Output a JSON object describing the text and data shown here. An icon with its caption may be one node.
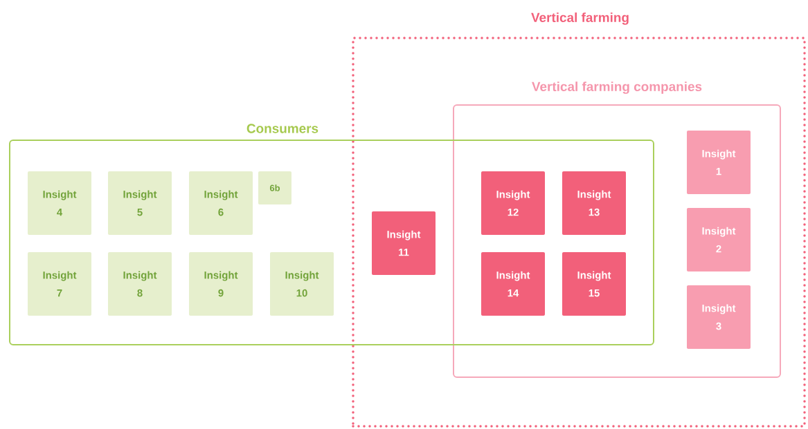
{
  "diagram": {
    "nodes": [
      {
        "text": [
          "Vertical farming"
        ]
      },
      {
        "text": [
          "Vertical farming companies"
        ],
        "in": 0
      },
      {
        "text": [
          "Consumers"
        ]
      },
      {
        "text": [
          "Insight 1"
        ],
        "in": 1
      },
      {
        "text": [
          "Insight 2"
        ],
        "in": 1
      },
      {
        "text": [
          "Insight 3"
        ],
        "in": 1
      },
      {
        "text": [
          "Insight 4"
        ],
        "in": 2
      },
      {
        "text": [
          "Insight 5"
        ],
        "in": 2
      },
      {
        "text": [
          "Insight 6"
        ],
        "in": 2
      },
      {
        "text": [
          "6b"
        ],
        "in": 2
      },
      {
        "text": [
          "Insight 7"
        ],
        "in": 2
      },
      {
        "text": [
          "Insight 8"
        ],
        "in": 2
      },
      {
        "text": [
          "Insight 9"
        ],
        "in": 2
      },
      {
        "text": [
          "Insight 10"
        ],
        "in": 2
      },
      {
        "text": [
          "Insight 11"
        ]
      },
      {
        "text": [
          "Insight 12"
        ]
      },
      {
        "text": [
          "Insight 13"
        ]
      },
      {
        "text": [
          "Insight 14"
        ]
      },
      {
        "text": [
          "Insight 15"
        ]
      }
    ]
  }
}
